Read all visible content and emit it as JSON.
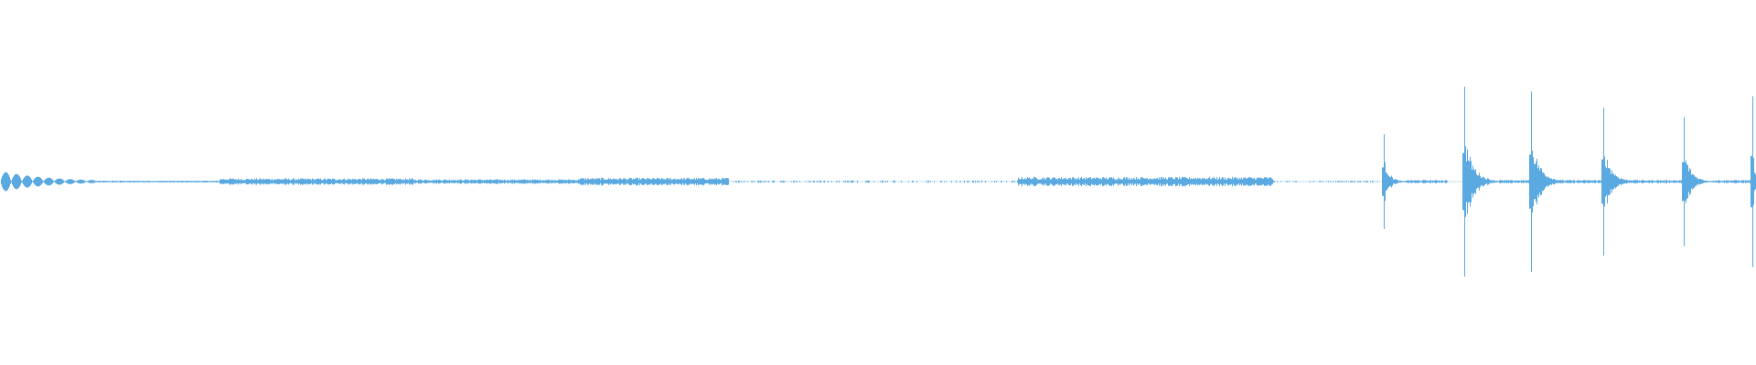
{
  "waveform": {
    "color": "#5aa9e0",
    "background": "#ffffff",
    "segments": [
      {
        "id": "intro-pulses",
        "kind": "pulses",
        "from": 0.0,
        "to": 0.055,
        "level": 0.1,
        "count": 9,
        "decay": true
      },
      {
        "id": "quiet-tail-1",
        "kind": "noise",
        "from": 0.055,
        "to": 0.125,
        "level": 0.01
      },
      {
        "id": "texture-1",
        "kind": "noise",
        "from": 0.125,
        "to": 0.235,
        "level": 0.035
      },
      {
        "id": "texture-2",
        "kind": "noise",
        "from": 0.235,
        "to": 0.33,
        "level": 0.025
      },
      {
        "id": "texture-3",
        "kind": "noise",
        "from": 0.33,
        "to": 0.415,
        "level": 0.04
      },
      {
        "id": "silence-dots-1",
        "kind": "sparse",
        "from": 0.415,
        "to": 0.58,
        "level": 0.008
      },
      {
        "id": "sustained-block",
        "kind": "noise",
        "from": 0.58,
        "to": 0.725,
        "level": 0.05
      },
      {
        "id": "silence-dots-2",
        "kind": "sparse",
        "from": 0.725,
        "to": 0.785,
        "level": 0.006
      },
      {
        "id": "transient-1",
        "kind": "transient",
        "at": 0.788,
        "peak": 0.5,
        "tail": 0.012
      },
      {
        "id": "transient-2",
        "kind": "transient",
        "at": 0.834,
        "peak": 1.0,
        "tail": 0.02
      },
      {
        "id": "transient-3",
        "kind": "transient",
        "at": 0.872,
        "peak": 0.95,
        "tail": 0.02
      },
      {
        "id": "transient-4",
        "kind": "transient",
        "at": 0.913,
        "peak": 0.78,
        "tail": 0.018
      },
      {
        "id": "transient-5",
        "kind": "transient",
        "at": 0.959,
        "peak": 0.68,
        "tail": 0.016
      },
      {
        "id": "transient-6",
        "kind": "transient",
        "at": 0.998,
        "peak": 0.9,
        "tail": 0.004
      }
    ]
  }
}
